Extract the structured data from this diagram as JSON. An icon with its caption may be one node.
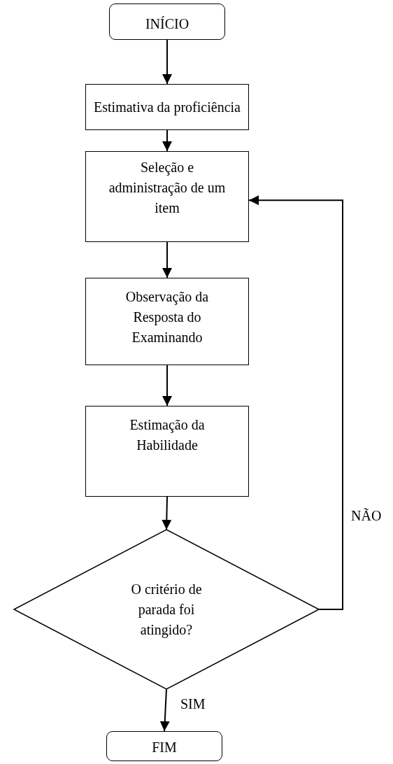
{
  "diagram": {
    "nodes": [
      {
        "text": [
          "INÍCIO"
        ]
      },
      {
        "text": [
          "Estimativa da proficiência"
        ]
      },
      {
        "text": [
          "Seleção e administração de um item"
        ]
      },
      {
        "text": [
          "Observação da Resposta do Examinando"
        ]
      },
      {
        "text": [
          "Estimação da Habilidade"
        ]
      },
      {
        "text": [
          "O critério de parada foi atingido?"
        ]
      },
      {
        "text": [
          "FIM"
        ]
      }
    ],
    "edges": [
      {
        "from": 0,
        "to": 1,
        "arrow": "to"
      },
      {
        "from": 1,
        "to": 2,
        "arrow": "to"
      },
      {
        "from": 2,
        "to": 3,
        "arrow": "to"
      },
      {
        "from": 3,
        "to": 4,
        "arrow": "to"
      },
      {
        "from": 4,
        "to": 5,
        "arrow": "to"
      },
      {
        "from": 5,
        "to": 2,
        "arrow": "to",
        "label": "NÃO"
      },
      {
        "from": 5,
        "to": 6,
        "arrow": "to",
        "label": "SIM"
      }
    ]
  }
}
